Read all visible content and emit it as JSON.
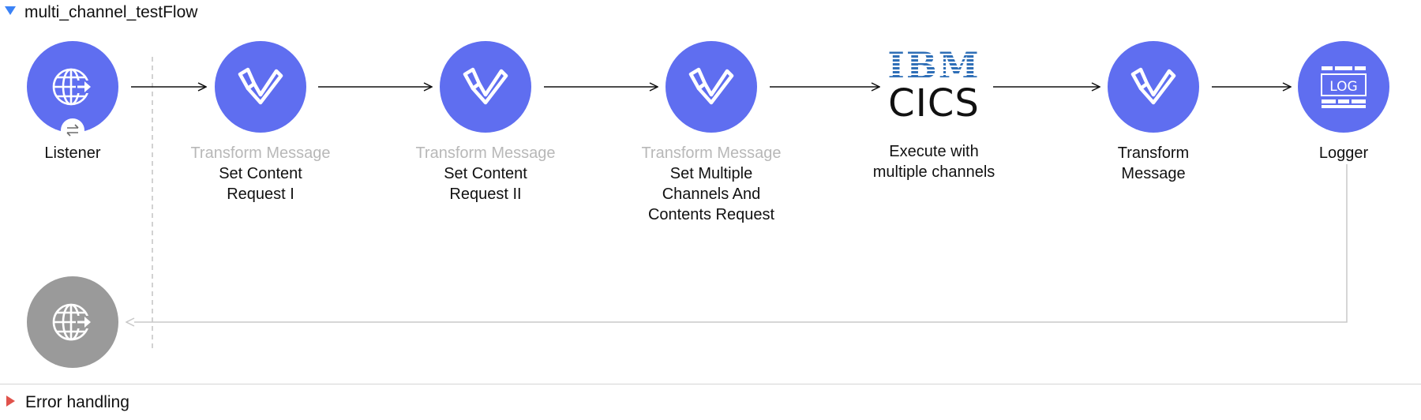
{
  "flow": {
    "title": "multi_channel_testFlow"
  },
  "nodes": {
    "listener": {
      "label": "Listener",
      "icon": "globe-listener-icon"
    },
    "transform1": {
      "sub": "Transform Message",
      "label_lines": [
        "Set Content",
        "Request I"
      ],
      "icon": "dataweave-icon"
    },
    "transform2": {
      "sub": "Transform Message",
      "label_lines": [
        "Set Content",
        "Request II"
      ],
      "icon": "dataweave-icon"
    },
    "transform3": {
      "sub": "Transform Message",
      "label_lines": [
        "Set Multiple",
        "Channels And",
        "Contents Request"
      ],
      "icon": "dataweave-icon"
    },
    "cics": {
      "logo_top": "IBM",
      "logo_bottom": "CICS",
      "label_lines": [
        "Execute with",
        "multiple channels"
      ],
      "icon": "ibm-cics-logo"
    },
    "transform4": {
      "label_lines": [
        "Transform",
        "Message"
      ],
      "icon": "dataweave-icon"
    },
    "logger": {
      "label": "Logger",
      "icon_text": "LOG",
      "icon": "log-icon"
    },
    "response": {
      "icon": "globe-response-icon"
    }
  },
  "error_handling": {
    "title": "Error handling"
  },
  "colors": {
    "node_blue": "#5f6ef0",
    "node_grey": "#9a9a9a",
    "ibm_blue": "#2f6fb7",
    "expand_blue": "#3b82f6",
    "collapse_red": "#e0524b"
  }
}
